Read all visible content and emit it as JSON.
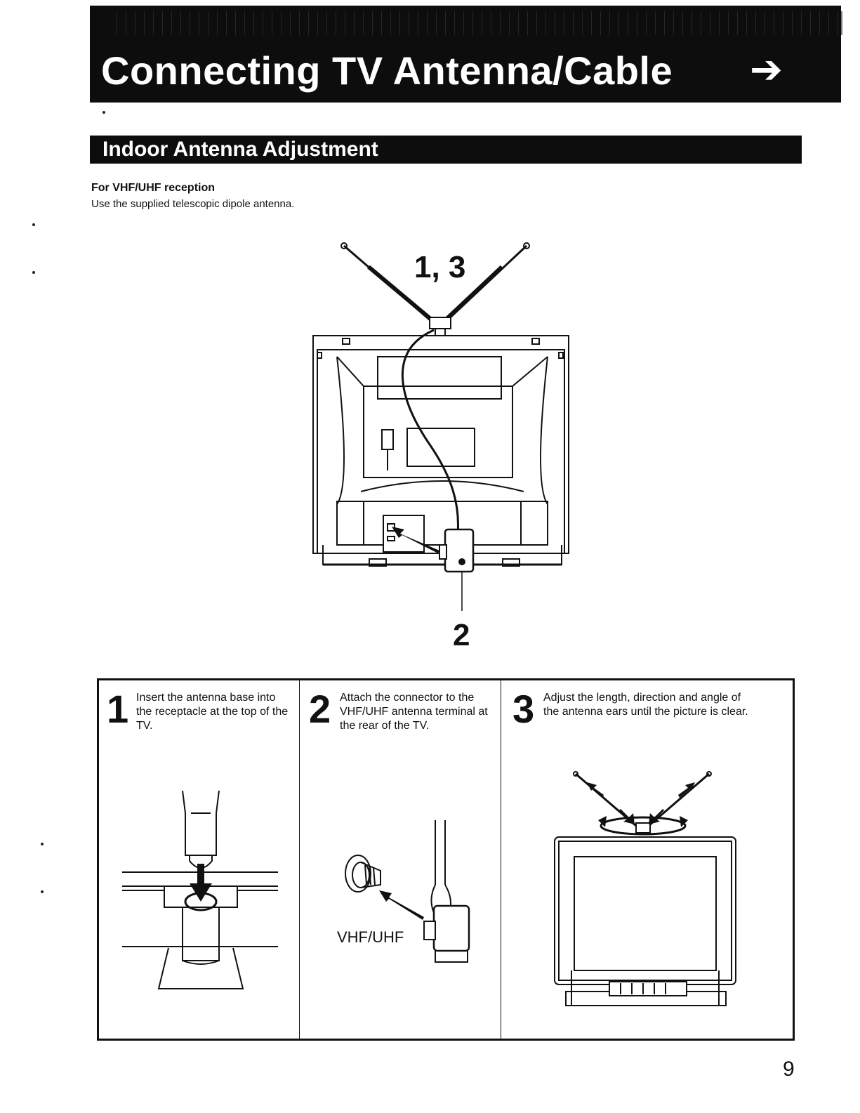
{
  "header": {
    "title": "Connecting TV Antenna/Cable",
    "arrow_glyph": "➔"
  },
  "section": {
    "title": "Indoor Antenna Adjustment"
  },
  "intro": {
    "heading": "For VHF/UHF reception",
    "text": "Use the supplied telescopic dipole antenna."
  },
  "figure": {
    "callout_top": "1, 3",
    "callout_bottom": "2"
  },
  "steps": [
    {
      "number": "1",
      "text": "Insert the antenna base into the receptacle at the top of the TV."
    },
    {
      "number": "2",
      "text": "Attach the connector to the VHF/UHF antenna terminal at the rear of the TV.",
      "figure_label": "VHF/UHF"
    },
    {
      "number": "3",
      "text": "Adjust the length, direction and angle of the antenna ears until the picture is clear."
    }
  ],
  "page_number": "9"
}
